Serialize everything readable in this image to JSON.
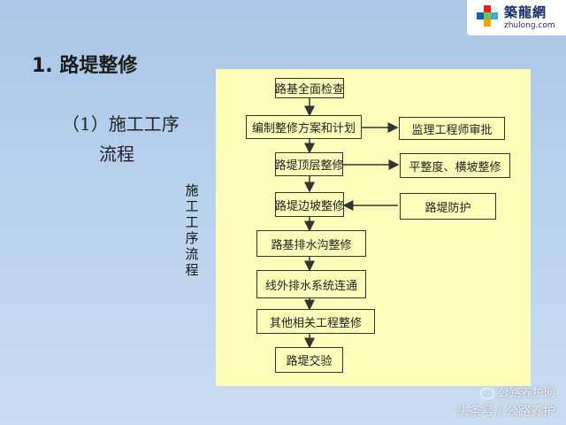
{
  "logo": {
    "cn": "築龍網",
    "en": "zhulong.com"
  },
  "heading": "1. 路堤整修",
  "subheading": {
    "line1": "（1）施工工序",
    "line2": "流程"
  },
  "vertical_label": "施工工序流程",
  "flow": {
    "steps": [
      "路基全面检查",
      "编制整修方案和计划",
      "路堤顶层整修",
      "路堤边坡整修",
      "路基排水沟整修",
      "线外排水系统连通",
      "其他相关工程整修",
      "路堤交验"
    ],
    "side_items": [
      "监理工程师审批",
      "平整度、横坡整修",
      "路堤防护"
    ]
  },
  "watermark": {
    "line1": "公路养护网",
    "line2": "头条号 / 公路养护"
  }
}
